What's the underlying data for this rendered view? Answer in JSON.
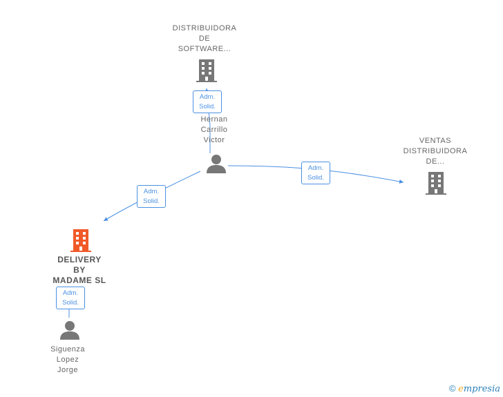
{
  "nodes": {
    "distribuidora_software": {
      "label": "DISTRIBUIDORA\nDE\nSOFTWARE...",
      "color": "#777777"
    },
    "ventas_distribuidora": {
      "label": "VENTAS\nDISTRIBUIDORA\nDE...",
      "color": "#777777"
    },
    "delivery_madame": {
      "label": "DELIVERY\nBY\nMADAME  SL",
      "color": "#f05a28"
    },
    "hernan_carrillo": {
      "label": "Hernan\nCarrillo\nVictor",
      "color": "#777777"
    },
    "siguenza_lopez": {
      "label": "Siguenza\nLopez\nJorge",
      "color": "#777777"
    }
  },
  "edges": {
    "hernan_to_distribuidora": {
      "label": "Adm.\nSolid."
    },
    "hernan_to_ventas": {
      "label": "Adm.\nSolid."
    },
    "hernan_to_delivery": {
      "label": "Adm.\nSolid."
    },
    "siguenza_to_delivery": {
      "label": "Adm.\nSolid."
    }
  },
  "colors": {
    "edge": "#4a90e2"
  },
  "footer": {
    "copyright": "©",
    "brand_e": "e",
    "brand_rest": "mpresia"
  }
}
